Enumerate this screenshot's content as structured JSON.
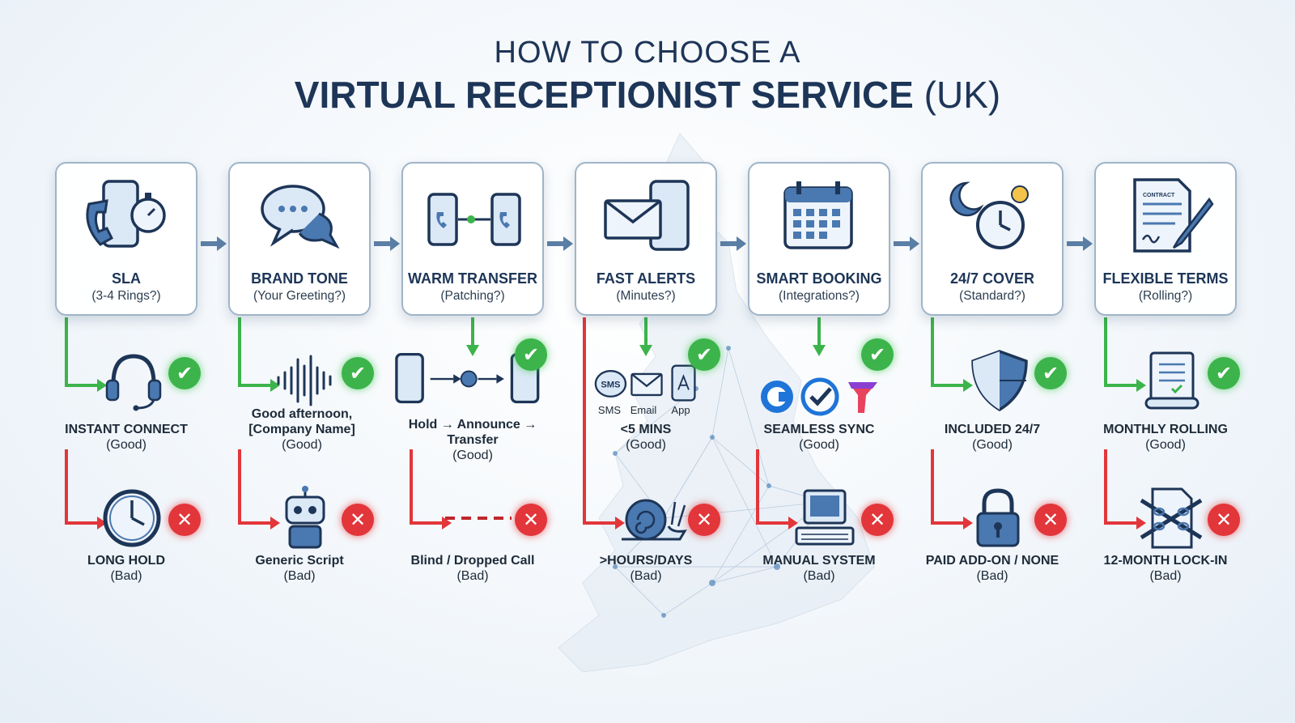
{
  "title": {
    "line1": "HOW TO CHOOSE A",
    "line2_bold": "VIRTUAL RECEPTIONIST SERVICE",
    "line2_suffix": "(UK)"
  },
  "colors": {
    "navy": "#1d3557",
    "good": "#3cb44b",
    "bad": "#e2363b",
    "card_border": "#9fb4c8",
    "arrow": "#5b7fa6"
  },
  "steps": [
    {
      "title": "SLA",
      "subtitle": "(3-4 Rings?)",
      "icon": "phone-stopwatch-icon",
      "good_text": "INSTANT CONNECT",
      "good_rating": "(Good)",
      "good_icon": "headset-icon",
      "bad_text": "LONG HOLD",
      "bad_rating": "(Bad)",
      "bad_icon": "clock-icon"
    },
    {
      "title": "BRAND TONE",
      "subtitle": "(Your Greeting?)",
      "icon": "speech-bubbles-icon",
      "good_text": "Good afternoon, [Company Name]",
      "good_rating": "(Good)",
      "good_icon": "soundwave-icon",
      "bad_text": "Generic Script",
      "bad_rating": "(Bad)",
      "bad_icon": "robot-icon"
    },
    {
      "title": "WARM TRANSFER",
      "subtitle": "(Patching?)",
      "icon": "phone-transfer-icon",
      "good_text": "Hold → Announce → Transfer",
      "good_rating": "(Good)",
      "good_icon": "phone-chain-icon",
      "bad_text": "Blind / Dropped Call",
      "bad_rating": "(Bad)",
      "bad_icon": "dashed-line-icon"
    },
    {
      "title": "FAST ALERTS",
      "subtitle": "(Minutes?)",
      "icon": "envelope-phone-icon",
      "good_text": "<5 MINS",
      "good_rating": "(Good)",
      "good_icon": "alert-channels-icon",
      "good_channels": [
        "SMS",
        "Email",
        "App"
      ],
      "bad_text": ">HOURS/DAYS",
      "bad_rating": "(Bad)",
      "bad_icon": "snail-icon"
    },
    {
      "title": "SMART BOOKING",
      "subtitle": "(Integrations?)",
      "icon": "calendar-icon",
      "good_text": "SEAMLESS SYNC",
      "good_rating": "(Good)",
      "good_icon": "integration-logos-icon",
      "bad_text": "MANUAL SYSTEM",
      "bad_rating": "(Bad)",
      "bad_icon": "old-computer-icon"
    },
    {
      "title": "24/7 COVER",
      "subtitle": "(Standard?)",
      "icon": "day-night-clock-icon",
      "good_text": "INCLUDED 24/7",
      "good_rating": "(Good)",
      "good_icon": "shield-icon",
      "bad_text": "PAID ADD-ON / NONE",
      "bad_rating": "(Bad)",
      "bad_icon": "padlock-icon"
    },
    {
      "title": "FLEXIBLE TERMS",
      "subtitle": "(Rolling?)",
      "icon": "contract-pen-icon",
      "contract_word": "CONTRACT",
      "good_text": "MONTHLY ROLLING",
      "good_rating": "(Good)",
      "good_icon": "scroll-icon",
      "bad_text": "12-MONTH LOCK-IN",
      "bad_rating": "(Bad)",
      "bad_icon": "chained-document-icon"
    }
  ]
}
